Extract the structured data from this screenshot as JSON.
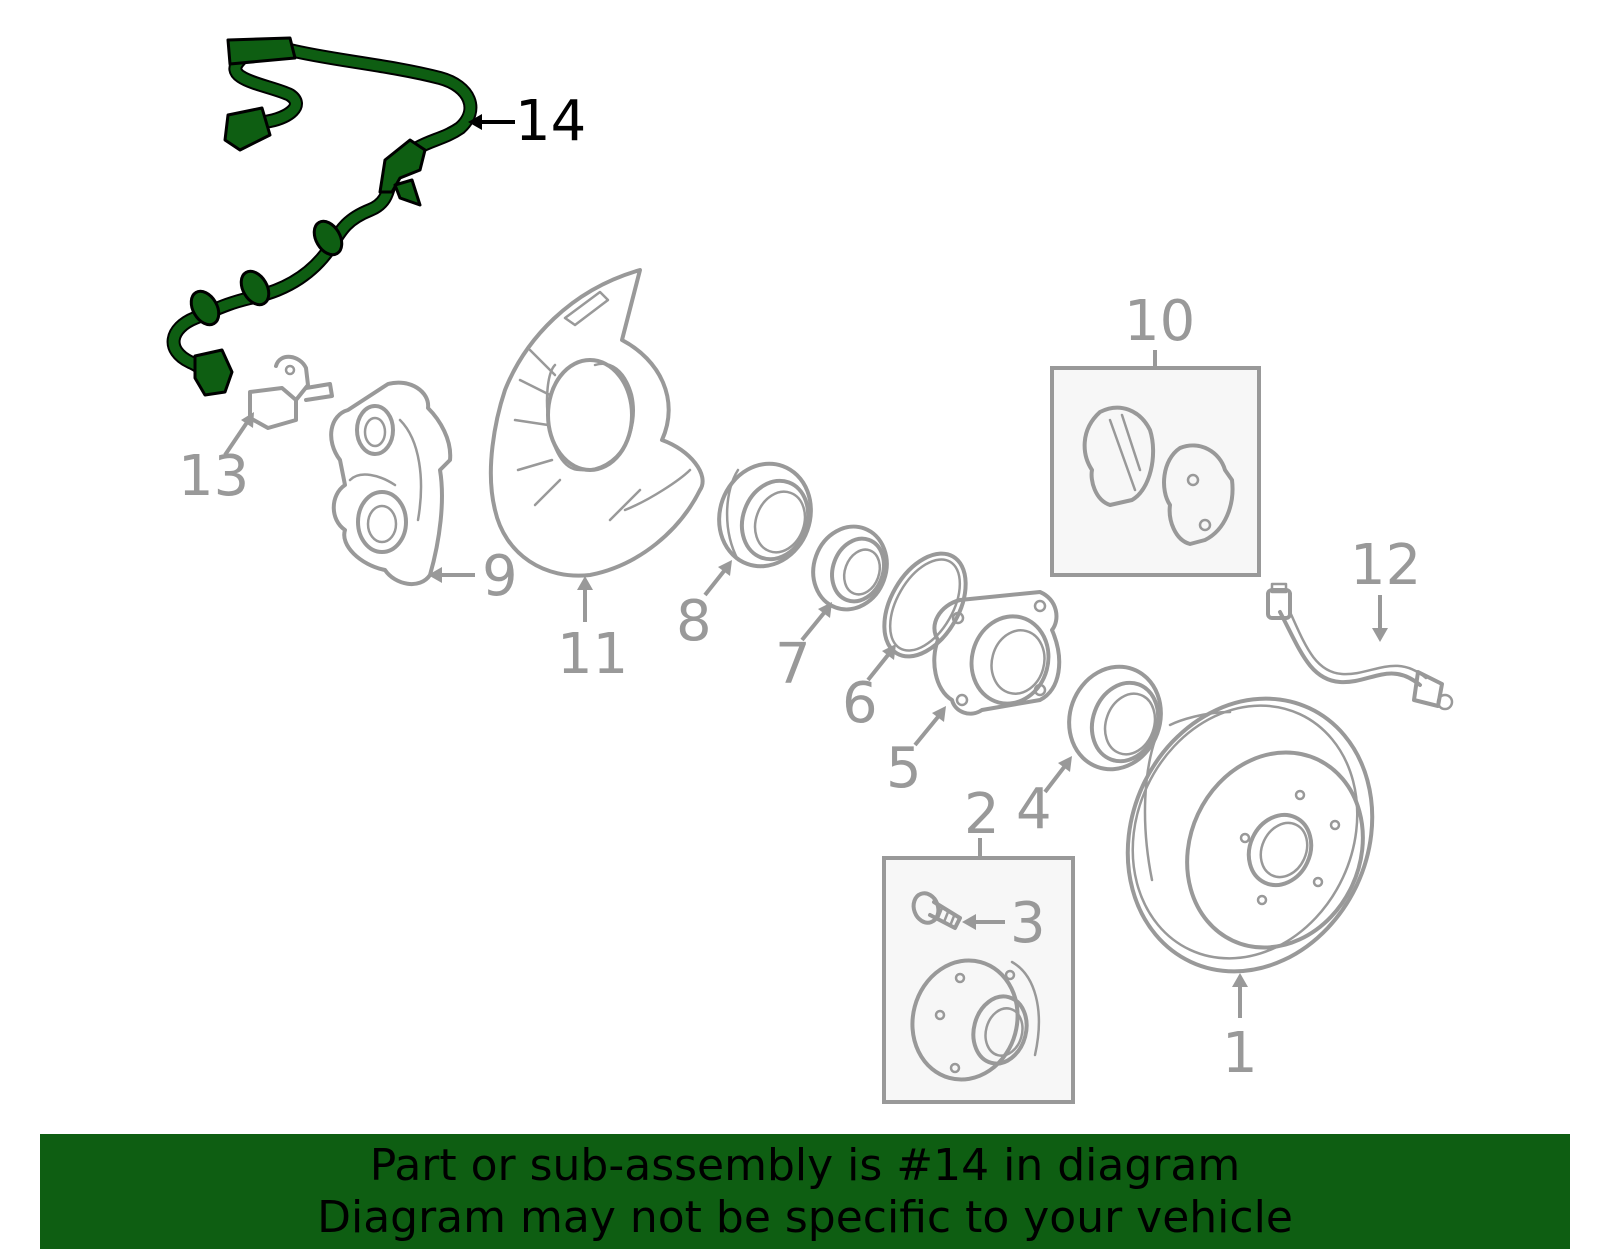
{
  "callouts": {
    "c1": "1",
    "c2": "2",
    "c3": "3",
    "c4": "4",
    "c5": "5",
    "c6": "6",
    "c7": "7",
    "c8": "8",
    "c9": "9",
    "c10": "10",
    "c11": "11",
    "c12": "12",
    "c13": "13",
    "c14": "14"
  },
  "highlighted_part": "14",
  "banner": {
    "line1": "Part or sub-assembly is #14 in diagram",
    "line2": "Diagram may not be specific to your vehicle"
  },
  "colors": {
    "highlight": "#0e5e12",
    "part_stroke": "#999999",
    "callout_text": "#999999",
    "highlight_text": "#000000"
  }
}
